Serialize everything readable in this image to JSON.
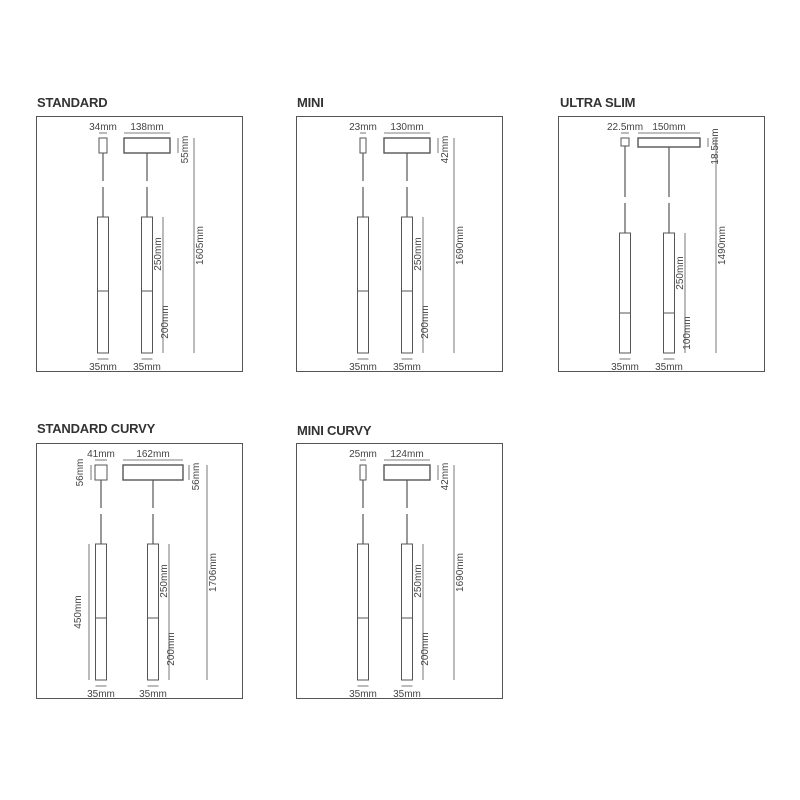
{
  "panels": [
    {
      "title": "STANDARD",
      "small_canopy_width": "34mm",
      "large_canopy_width": "138mm",
      "canopy_height": "55mm",
      "upper_length": "250mm",
      "lower_length": "200mm",
      "total_length": "1605mm",
      "diameter_left": "35mm",
      "diameter_right": "35mm",
      "style": "standard"
    },
    {
      "title": "MINI",
      "small_canopy_width": "23mm",
      "large_canopy_width": "130mm",
      "canopy_height": "42mm",
      "upper_length": "250mm",
      "lower_length": "200mm",
      "total_length": "1690mm",
      "diameter_left": "35mm",
      "diameter_right": "35mm",
      "style": "standard"
    },
    {
      "title": "ULTRA SLIM",
      "small_canopy_width": "22.5mm",
      "large_canopy_width": "150mm",
      "canopy_height": "18.5mm",
      "upper_length": "250mm",
      "lower_length": "100mm",
      "total_length": "1490mm",
      "diameter_left": "35mm",
      "diameter_right": "35mm",
      "style": "slim"
    },
    {
      "title": "STANDARD CURVY",
      "small_canopy_width": "41mm",
      "large_canopy_width": "162mm",
      "small_canopy_height": "56mm",
      "canopy_height": "56mm",
      "upper_length": "250mm",
      "lower_length": "200mm",
      "left_length": "450mm",
      "total_length": "1706mm",
      "diameter_left": "35mm",
      "diameter_right": "35mm",
      "style": "curvy"
    },
    {
      "title": "MINI CURVY",
      "small_canopy_width": "25mm",
      "large_canopy_width": "124mm",
      "canopy_height": "42mm",
      "upper_length": "250mm",
      "lower_length": "200mm",
      "total_length": "1690mm",
      "diameter_left": "35mm",
      "diameter_right": "35mm",
      "style": "standard"
    }
  ],
  "colors": {
    "line": "#555555",
    "text": "#444444",
    "title": "#333333"
  }
}
